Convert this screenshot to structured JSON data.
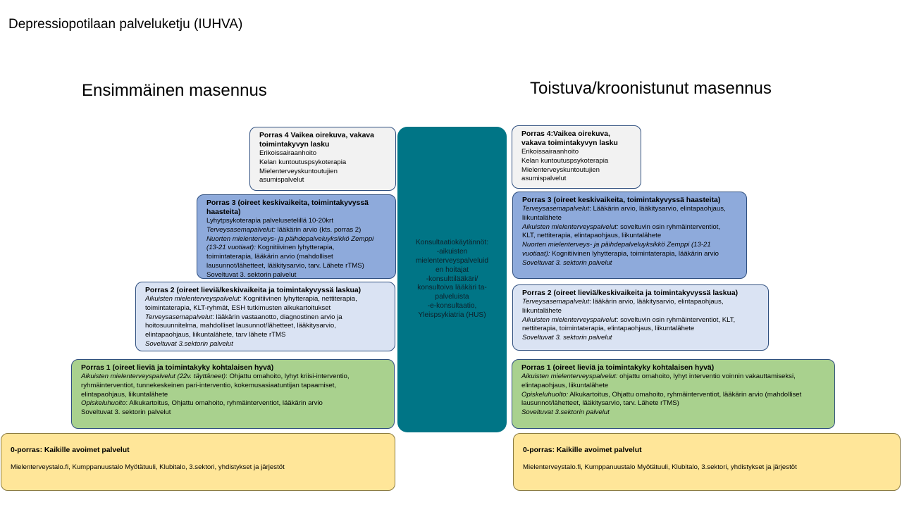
{
  "title": "Depressiopotilaan palveluketju (IUHVA)",
  "left_title": "Ensimmäinen masennus",
  "right_title": "Toistuva/kroonistunut masennus",
  "center": {
    "lines": [
      "Konsultaatiokäytännöt:",
      "-aikuisten",
      "mielenterveyspalveluid",
      "en hoitajat",
      "-konsulttilääkäri/",
      "konsultoiva lääkäri ta-",
      "palveluista",
      "-e-konsultaatio,",
      "Yleispsykiatria (HUS)"
    ]
  },
  "left": {
    "p4": {
      "head": [
        "Porras 4 Vaikea oirekuva, vakava",
        "toimintakyvyn lasku"
      ],
      "lines": [
        {
          "t": "Erikoissairaanhoito"
        },
        {
          "t": "Kelan kuntoutuspsykoterapia"
        },
        {
          "t": "Mielenterveyskuntoutujien"
        },
        {
          "t": "asumispalvelut"
        }
      ]
    },
    "p3": {
      "head": [
        "Porras 3 (oireet keskivaikeita, toimintakyvyssä",
        "haasteita)"
      ],
      "lines": [
        {
          "t": "Lyhytpsykoterapia palvelusetelillä 10-20krt"
        },
        {
          "i": "Terveysasemapalvelut:",
          "t": " lääkärin arvio (kts. porras 2)"
        },
        {
          "i": "Nuorten mielenterveys- ja päihdepalveluyksikkö Zemppi"
        },
        {
          "i": "(13-21 vuotiaat):",
          "t": " Kognitiivinen lyhytterapia,"
        },
        {
          "t": "toimintaterapia,  lääkärin arvio (mahdolliset"
        },
        {
          "t": "lausunnot/lähetteet, lääkitysarvio, tarv. Lähete rTMS)"
        },
        {
          "t": "Soveltuvat 3. sektorin palvelut"
        }
      ]
    },
    "p2": {
      "head": [
        "Porras 2 (oireet lieviä/keskivaikeita ja toimintakyvyssä laskua)"
      ],
      "lines": [
        {
          "i": "Aikuisten mielenterveyspalvelut:",
          "t": " Kognitiivinen lyhytterapia, nettiterapia,"
        },
        {
          "t": "toimintaterapia, KLT-ryhmät, ESH tutkimusten alkukartoitukset"
        },
        {
          "i": "Terveysasemapalvelut",
          "t": ": lääkärin vastaanotto, diagnostinen arvio ja"
        },
        {
          "t": "hoitosuunnitelma, mahdolliset lausunnot/lähetteet, lääkitysarvio,"
        },
        {
          "t": "elintapaohjaus, liikuntalähete, tarv lähete rTMS"
        },
        {
          "i": "Soveltuvat 3.sektorin palvelut"
        }
      ]
    },
    "p1": {
      "head": [
        "Porras 1 (oireet lieviä ja toimintakyky kohtalaisen hyvä)"
      ],
      "lines": [
        {
          "i": "Aikuisten mielenterveyspalvelut (22v. täyttäneet)",
          "t": ": Ohjattu omahoito, lyhyt kriisi-interventio,"
        },
        {
          "t": "ryhmäinterventiot, tunnekeskeinen pari-interventio, kokemusasiaatuntijan tapaamiset,"
        },
        {
          "t": "elintapaohjaus, liikuntalähete"
        },
        {
          "i": "Opiskeluhuolto",
          "t": ": Alkukartoitus, Ohjattu omahoito, ryhmäinterventiot, lääkärin arvio"
        },
        {
          "t": "Soveltuvat 3. sektorin palvelut"
        }
      ]
    },
    "p0": {
      "head": [
        "0-porras: Kaikille avoimet palvelut"
      ],
      "lines": [
        {
          "t": "Mielenterveystalo.fi, Kumppanuustalo Myötätuuli, Klubitalo, 3.sektori, yhdistykset ja järjestöt"
        }
      ]
    }
  },
  "right": {
    "p4": {
      "head": [
        "Porras 4:Vaikea oirekuva,",
        "vakava toimintakyvyn lasku"
      ],
      "lines": [
        {
          "t": "Erikoissairaanhoito"
        },
        {
          "t": "Kelan kuntoutuspsykoterapia"
        },
        {
          "t": "Mielenterveyskuntoutujien"
        },
        {
          "t": "asumispalvelut"
        }
      ]
    },
    "p3": {
      "head": [
        "Porras 3 (oireet keskivaikeita, toimintakyvyssä haasteita)"
      ],
      "lines": [
        {
          "i": "Terveysasemapalvelut",
          "t": ": Lääkärin arvio, lääkitysarvio, elintapaohjaus,"
        },
        {
          "t": "liikuntalähete"
        },
        {
          "i": "Aikuisten mielenterveyspalvelut:",
          "t": "  soveltuvin osin ryhmäinterventiot,"
        },
        {
          "t": "KLT, nettiterapia, elintapaohjaus, liikuntalähete"
        },
        {
          "i": "Nuorten mielenterveys- ja päihdepalveluyksikkö Zemppi (13-21"
        },
        {
          "i": "vuotiaat):",
          "t": " Kognitiivinen lyhytterapia, toimintaterapia,  lääkärin arvio"
        },
        {
          "i": "Soveltuvat 3. sektorin palvelut"
        }
      ]
    },
    "p2": {
      "head": [
        "Porras 2 (oireet lieviä/keskivaikeita ja toimintakyvyssä laskua)"
      ],
      "lines": [
        {
          "i": "Terveysasemapalvelut",
          "t": ": lääkärin arvio, lääkitysarvio, elintapaohjaus,"
        },
        {
          "t": "liikuntalähete"
        },
        {
          "i": "Aikuisten mielenterveyspalvelut",
          "t": ": soveltuvin osin ryhmäinterventiot, KLT,"
        },
        {
          "t": "nettiterapia, toimintaterapia, elintapaohjaus, liikuntalähete"
        },
        {
          "i": "Soveltuvat 3. sektorin palvelut"
        }
      ]
    },
    "p1": {
      "head": [
        "Porras 1 (oireet lieviä ja toimintakyky kohtalaisen hyvä)"
      ],
      "lines": [
        {
          "i": "Aikuisten mielenterveyspalvelut:",
          "t": " ohjattu omahoito, lyhyt interventio voinnin vakauttamiseksi,"
        },
        {
          "t": "elintapaohjaus, liikuntalähete"
        },
        {
          "i": "Opiskeluhuolto:",
          "t": "  Alkukartoitus, Ohjattu omahoito, ryhmäinterventiot, lääkärin arvio (mahdolliset"
        },
        {
          "t": "lausunnot/lähetteet, lääkitysarvio, tarv. Lähete rTMS)"
        },
        {
          "i": "Soveltuvat 3.sektorin palvelut"
        }
      ]
    },
    "p0": {
      "head": [
        "0-porras: Kaikille avoimet palvelut"
      ],
      "lines": [
        {
          "t": "Mielenterveystalo.fi, Kumppanuustalo Myötätuuli, Klubitalo, 3.sektori, yhdistykset ja järjestöt"
        }
      ]
    }
  }
}
